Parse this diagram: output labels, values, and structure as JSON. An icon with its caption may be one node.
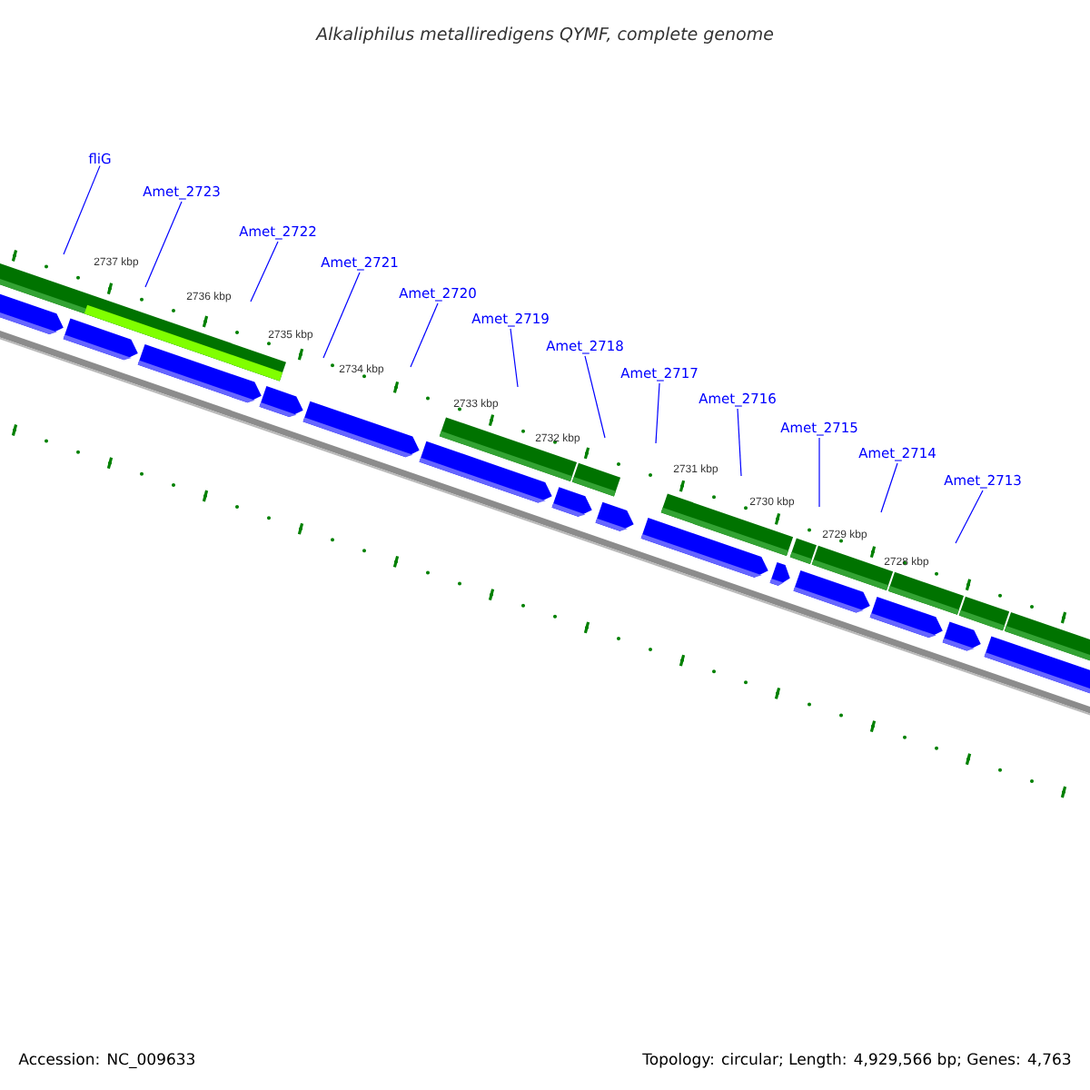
{
  "diagram": {
    "title": "Alkaliphilus metalliredigens QYMF, complete genome",
    "nodes": [
      {
        "text": [
          "fliG"
        ]
      },
      {
        "text": [
          "Amet_2723"
        ]
      },
      {
        "text": [
          "Amet_2722"
        ]
      },
      {
        "text": [
          "Amet_2721"
        ]
      },
      {
        "text": [
          "Amet_2720"
        ]
      },
      {
        "text": [
          "Amet_2719"
        ]
      },
      {
        "text": [
          "Amet_2718"
        ]
      },
      {
        "text": [
          "Amet_2717"
        ]
      },
      {
        "text": [
          "Amet_2716"
        ]
      },
      {
        "text": [
          "Amet_2715"
        ]
      },
      {
        "text": [
          "Amet_2714"
        ]
      },
      {
        "text": [
          "Amet_2713"
        ]
      }
    ],
    "edges": [
      {
        "from": 0,
        "to": null,
        "arrow": "none"
      },
      {
        "from": 1,
        "to": null,
        "arrow": "none"
      },
      {
        "from": 2,
        "to": null,
        "arrow": "none"
      },
      {
        "from": 3,
        "to": null,
        "arrow": "none"
      },
      {
        "from": 4,
        "to": null,
        "arrow": "none"
      },
      {
        "from": 5,
        "to": null,
        "arrow": "none"
      },
      {
        "from": 6,
        "to": null,
        "arrow": "none"
      },
      {
        "from": 7,
        "to": null,
        "arrow": "none"
      },
      {
        "from": 8,
        "to": null,
        "arrow": "none"
      },
      {
        "from": 9,
        "to": null,
        "arrow": "none"
      },
      {
        "from": 10,
        "to": null,
        "arrow": "none"
      },
      {
        "from": 11,
        "to": null,
        "arrow": "none"
      }
    ],
    "labels": [
      "2737 kbp",
      "2736 kbp",
      "2735 kbp",
      "2734 kbp",
      "2733 kbp",
      "2732 kbp",
      "2731 kbp",
      "2730 kbp",
      "2729 kbp",
      "2728 kbp",
      "Accession: NC_009633",
      "Topology: circular; Length: 4,929,566 bp; Genes: 4,763"
    ]
  }
}
